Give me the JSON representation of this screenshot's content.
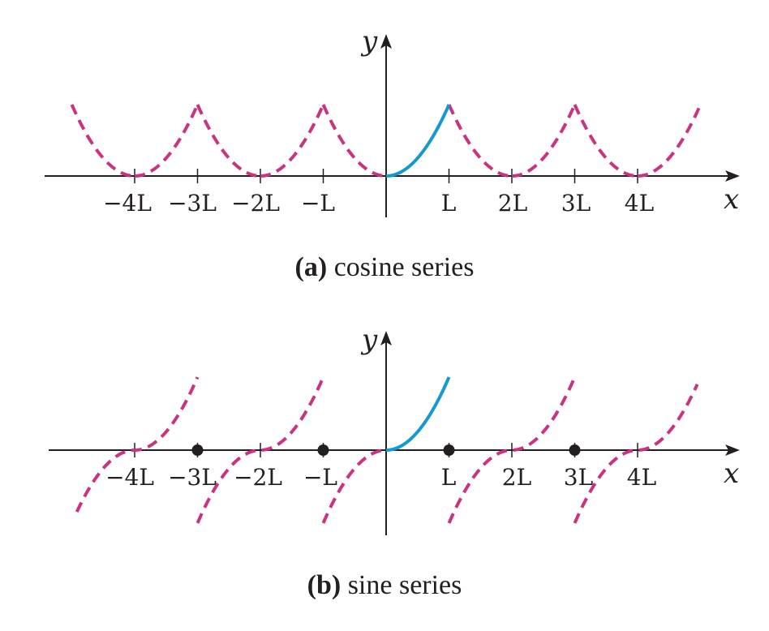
{
  "panels": [
    {
      "id": "a",
      "caption_tag": "(a)",
      "caption_text": "cosine series",
      "extension": "even",
      "x_label": "x",
      "y_label": "y",
      "tick_labels": [
        "−4L",
        "−3L",
        "−2L",
        "−L",
        "L",
        "2L",
        "3L",
        "4L"
      ],
      "tick_values": [
        -4,
        -3,
        -2,
        -1,
        1,
        2,
        3,
        4
      ],
      "dots": []
    },
    {
      "id": "b",
      "caption_tag": "(b)",
      "caption_text": "sine series",
      "extension": "odd",
      "x_label": "x",
      "y_label": "y",
      "tick_labels": [
        "−4L",
        "−3L",
        "−2L",
        "−L",
        "L",
        "2L",
        "3L",
        "4L"
      ],
      "tick_values": [
        -4,
        -3,
        -2,
        -1,
        1,
        2,
        3,
        4
      ],
      "dots": [
        -3,
        -1,
        1,
        3
      ]
    }
  ],
  "colors": {
    "original_function": "#1599cf",
    "periodic_extension": "#c9337f",
    "axes": "#231f20"
  },
  "legend_semantics": {
    "solid_curve": "f(x) on [0, L]",
    "dashed_curve": "periodic extension"
  }
}
